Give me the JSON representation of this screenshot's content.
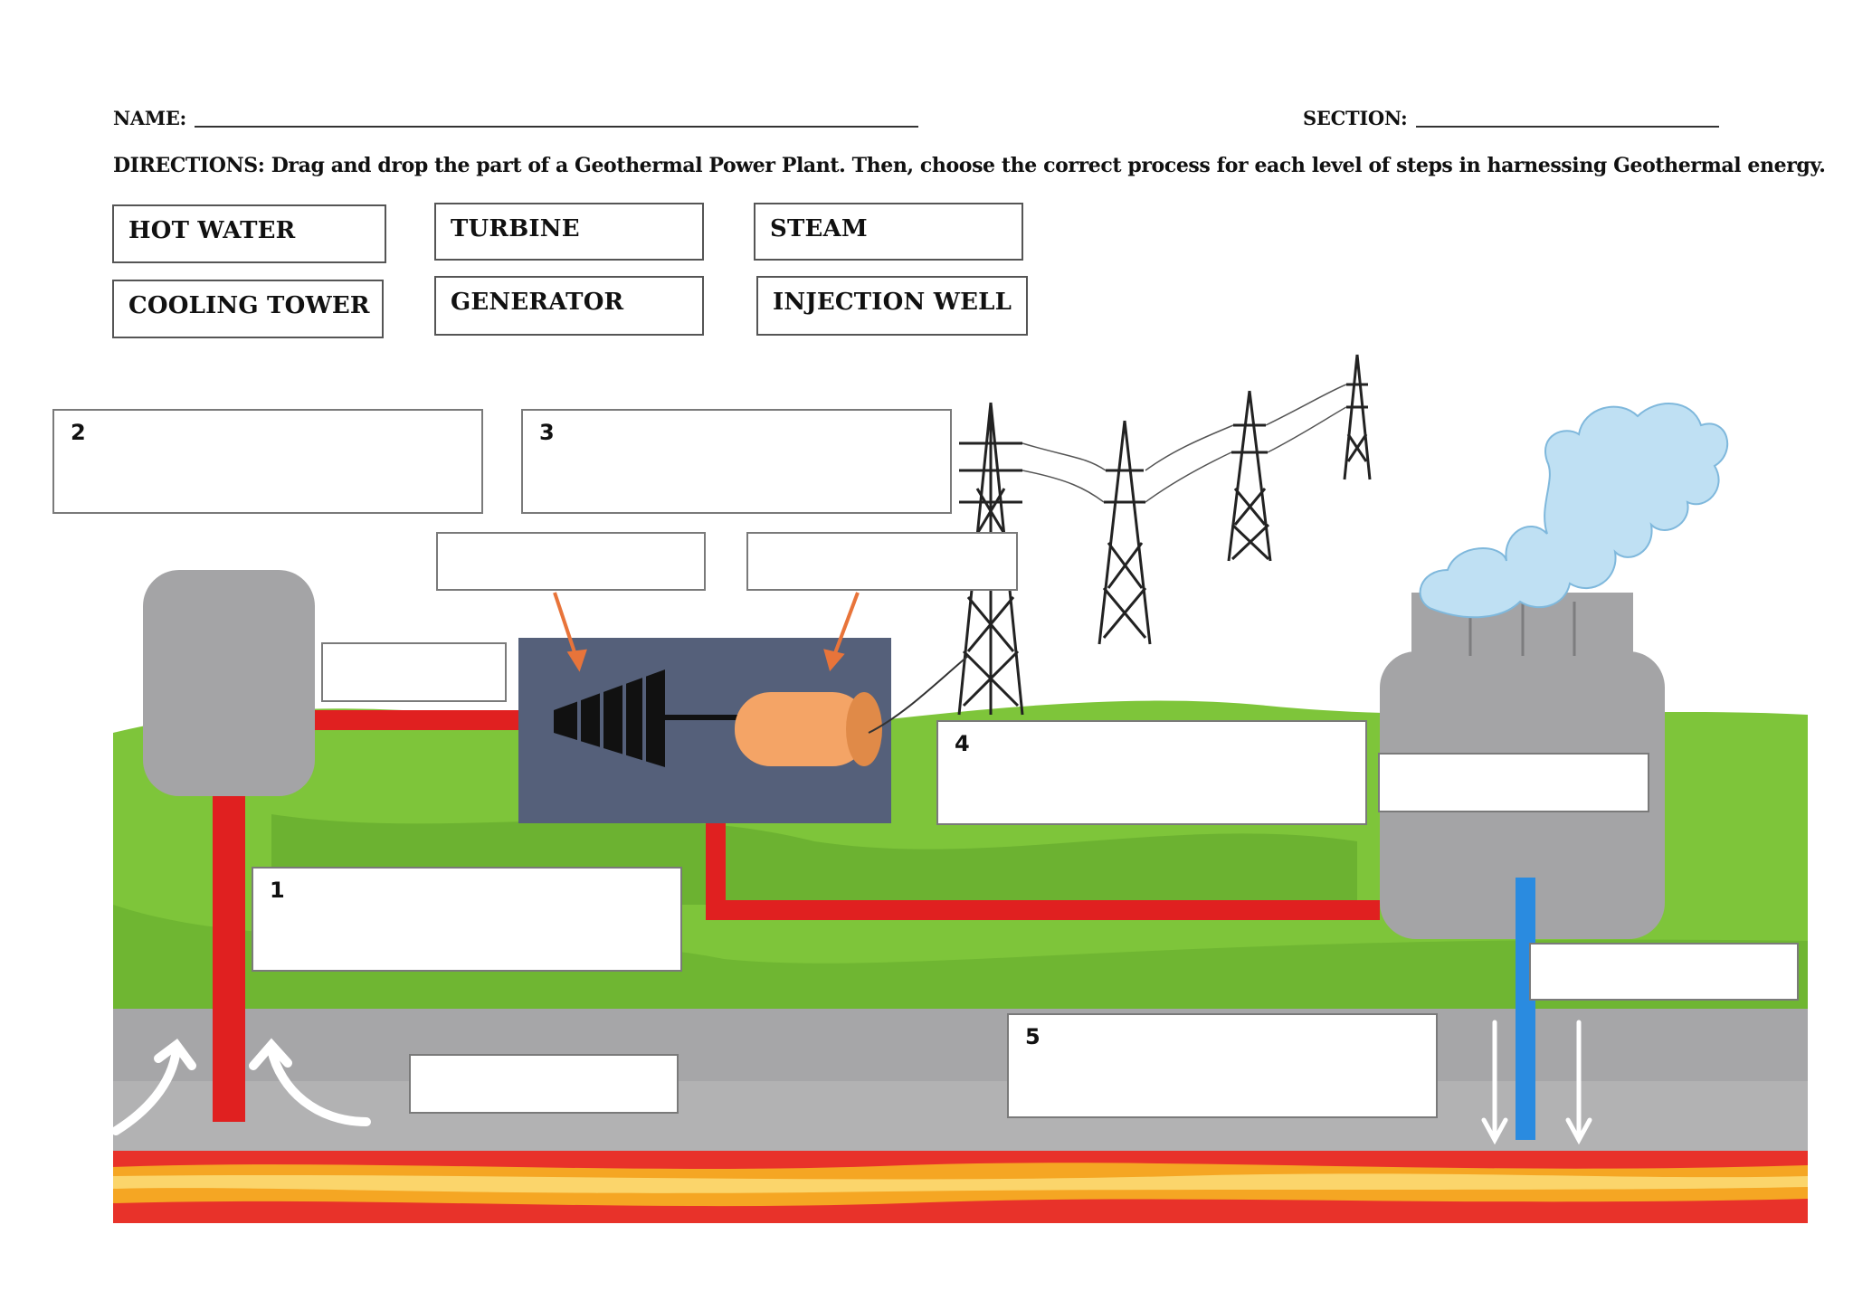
{
  "header": {
    "name_label": "NAME:",
    "section_label": "SECTION:",
    "directions": "DIRECTIONS: Drag and drop the part of a Geothermal Power Plant. Then, choose the correct process for each level of steps in harnessing Geothermal energy."
  },
  "word_bank": [
    {
      "label": "HOT WATER"
    },
    {
      "label": "TURBINE"
    },
    {
      "label": "STEAM"
    },
    {
      "label": "COOLING TOWER"
    },
    {
      "label": "GENERATOR"
    },
    {
      "label": "INJECTION WELL"
    }
  ],
  "process_boxes": [
    {
      "number": "1",
      "value": ""
    },
    {
      "number": "2",
      "value": ""
    },
    {
      "number": "3",
      "value": ""
    },
    {
      "number": "4",
      "value": ""
    },
    {
      "number": "5",
      "value": ""
    }
  ],
  "colors": {
    "grass": "#7ec53a",
    "grass_dark": "#5da22a",
    "hot_pipe": "#e02020",
    "cold_pipe": "#2a8be0",
    "building": "#a4a4a6",
    "turbine_room": "#55607a",
    "generator": "#f4a466",
    "rock": "#a8a8a8",
    "magma": "#e8322a",
    "steam_cloud": "#bfe0f3",
    "arrow": "#e8743a"
  },
  "icons": [
    "tower-icon",
    "turbine-icon",
    "generator-icon",
    "steam-cloud-icon"
  ]
}
